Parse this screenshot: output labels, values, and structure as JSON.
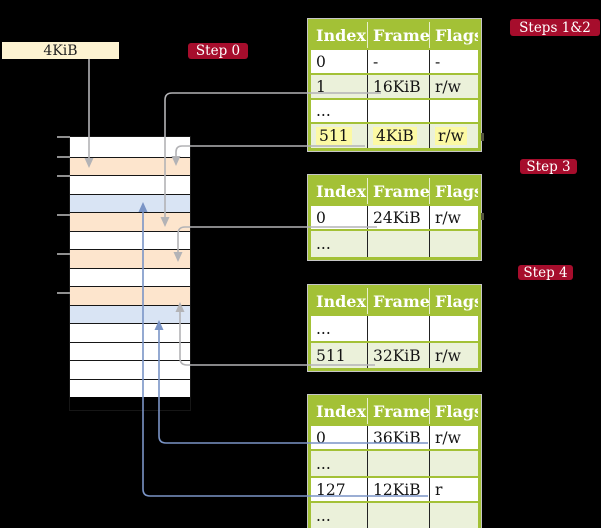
{
  "colors": {
    "background": "#000000",
    "label_red": "#a60d2c",
    "table_header_green": "#a3c136",
    "table_row_green": "#ebf1da",
    "highlight_yellow": "#fcf9a4",
    "stack_orange": "#fde5cd",
    "stack_blue": "#d9e4f4",
    "page_box_cream": "#fdf3d1",
    "arrow_gray": "#b3b3b6",
    "arrow_blue": "#7a94c6"
  },
  "page_size_box": {
    "label": "4KiB"
  },
  "step_labels": {
    "step0": "Step 0",
    "steps12": "Steps 1&2",
    "step3": "Step 3",
    "step4": "Step 4"
  },
  "memory_stack": {
    "description": "physical memory frames, one row = 4KiB",
    "rows": [
      {
        "fill": "white"
      },
      {
        "fill": "orange"
      },
      {
        "fill": "white"
      },
      {
        "fill": "blue"
      },
      {
        "fill": "orange"
      },
      {
        "fill": "white"
      },
      {
        "fill": "orange"
      },
      {
        "fill": "white"
      },
      {
        "fill": "orange"
      },
      {
        "fill": "blue"
      },
      {
        "fill": "white"
      },
      {
        "fill": "white"
      },
      {
        "fill": "white"
      },
      {
        "fill": "white"
      }
    ],
    "tick_marks": 6
  },
  "tables": [
    {
      "name": "page-table-steps-1-2",
      "headers": [
        "Index",
        "Frame",
        "Flags"
      ],
      "rows": [
        {
          "cells": [
            "0",
            "-",
            "-"
          ],
          "shade": false,
          "highlight": false
        },
        {
          "cells": [
            "1",
            "16KiB",
            "r/w"
          ],
          "shade": true,
          "highlight": false
        },
        {
          "cells": [
            "...",
            "",
            ""
          ],
          "shade": false,
          "highlight": false
        },
        {
          "cells": [
            "511",
            "4KiB",
            "r/w"
          ],
          "shade": true,
          "highlight": true
        }
      ]
    },
    {
      "name": "page-table-step-3",
      "headers": [
        "Index",
        "Frame",
        "Flags"
      ],
      "rows": [
        {
          "cells": [
            "0",
            "24KiB",
            "r/w"
          ],
          "shade": false,
          "highlight": false
        },
        {
          "cells": [
            "...",
            "",
            ""
          ],
          "shade": true,
          "highlight": false
        }
      ]
    },
    {
      "name": "page-table-step-4a",
      "headers": [
        "Index",
        "Frame",
        "Flags"
      ],
      "rows": [
        {
          "cells": [
            "...",
            "",
            ""
          ],
          "shade": false,
          "highlight": false
        },
        {
          "cells": [
            "511",
            "32KiB",
            "r/w"
          ],
          "shade": true,
          "highlight": false
        }
      ]
    },
    {
      "name": "page-table-step-4b",
      "headers": [
        "Index",
        "Frame",
        "Flags"
      ],
      "rows": [
        {
          "cells": [
            "0",
            "36KiB",
            "r/w"
          ],
          "shade": false,
          "highlight": false
        },
        {
          "cells": [
            "...",
            "",
            ""
          ],
          "shade": true,
          "highlight": false
        },
        {
          "cells": [
            "127",
            "12KiB",
            "r"
          ],
          "shade": false,
          "highlight": false
        },
        {
          "cells": [
            "...",
            "",
            ""
          ],
          "shade": true,
          "highlight": false
        }
      ]
    }
  ],
  "arrows": [
    {
      "name": "arrow-4kib-box-to-frame-4kib",
      "color": "gray"
    },
    {
      "name": "arrow-pt1-index1-to-frame-16kib",
      "color": "gray"
    },
    {
      "name": "arrow-pt1-index511-to-frame-4kib",
      "color": "gray"
    },
    {
      "name": "arrow-pt2-index0-to-frame-24kib",
      "color": "gray"
    },
    {
      "name": "arrow-pt3-index511-to-frame-32kib",
      "color": "gray"
    },
    {
      "name": "arrow-pt4-index0-to-frame-36kib",
      "color": "blue"
    },
    {
      "name": "arrow-pt4-index127-to-frame-12kib",
      "color": "blue"
    }
  ]
}
